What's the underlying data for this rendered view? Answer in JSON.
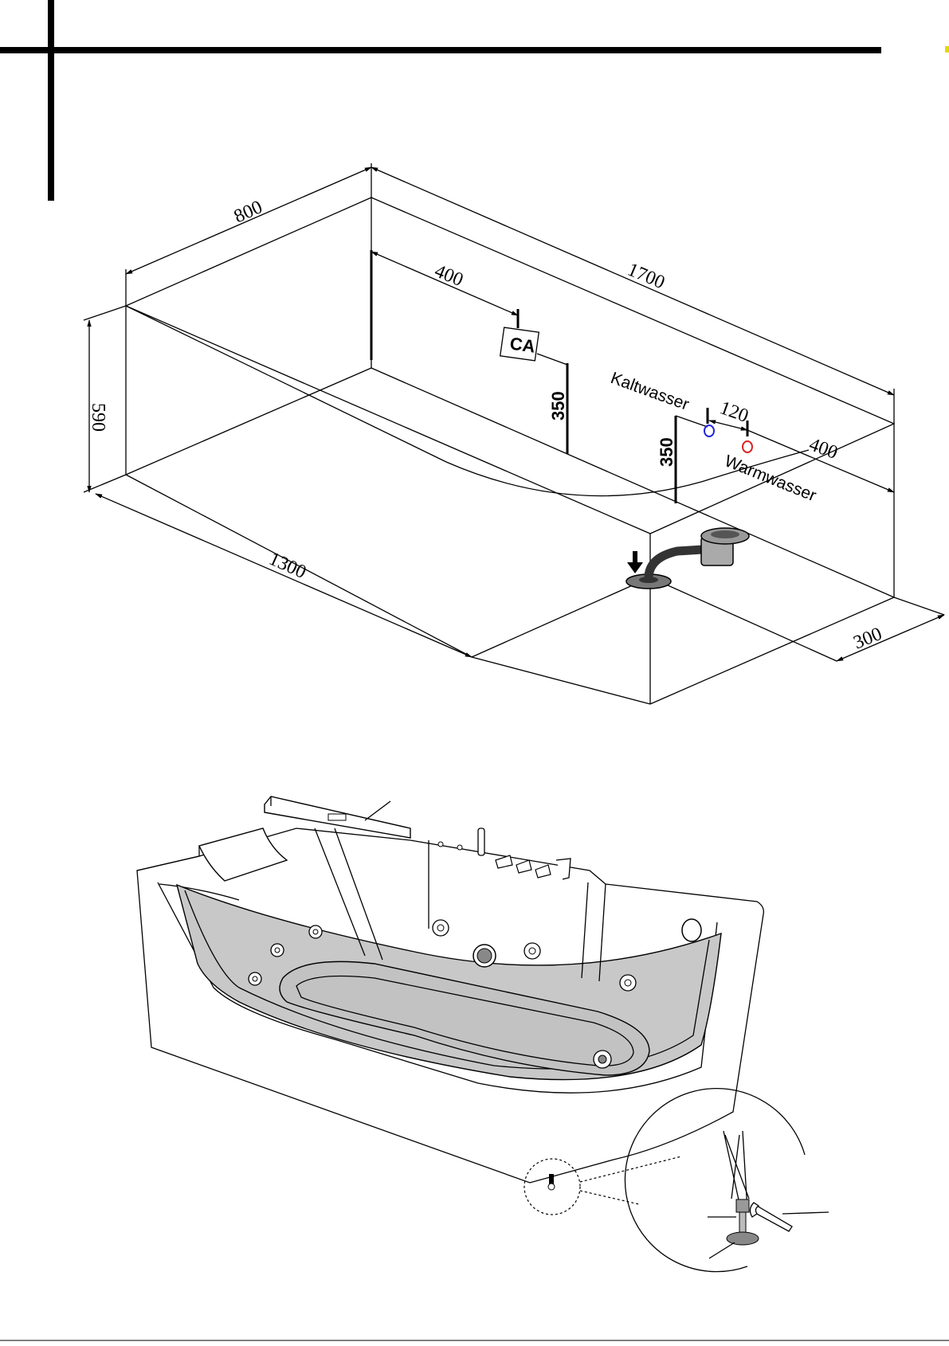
{
  "labels": {
    "cold_water": "Kaltwasser",
    "warm_water": "Warmwasser",
    "valve_marker": "CA"
  },
  "dimensions": {
    "width": "800",
    "length": "1700",
    "height": "590",
    "drain_length": "1300",
    "drain_offset": "300",
    "valve_offset": "400",
    "valve_height": "350",
    "pipe_height": "350",
    "pipe_spacing": "120",
    "pipe_offset": "400"
  },
  "colors": {
    "cold_water": "#2222dd",
    "warm_water": "#dd2222",
    "glass_panel": "#c8c8c8",
    "accent_mark": "#e6d800"
  },
  "icons": {
    "drain_arrow": "down-arrow-icon",
    "drain_fitting": "siphon-drain-icon",
    "leveling_foot": "adjustable-foot-icon",
    "wrench": "wrench-icon"
  }
}
